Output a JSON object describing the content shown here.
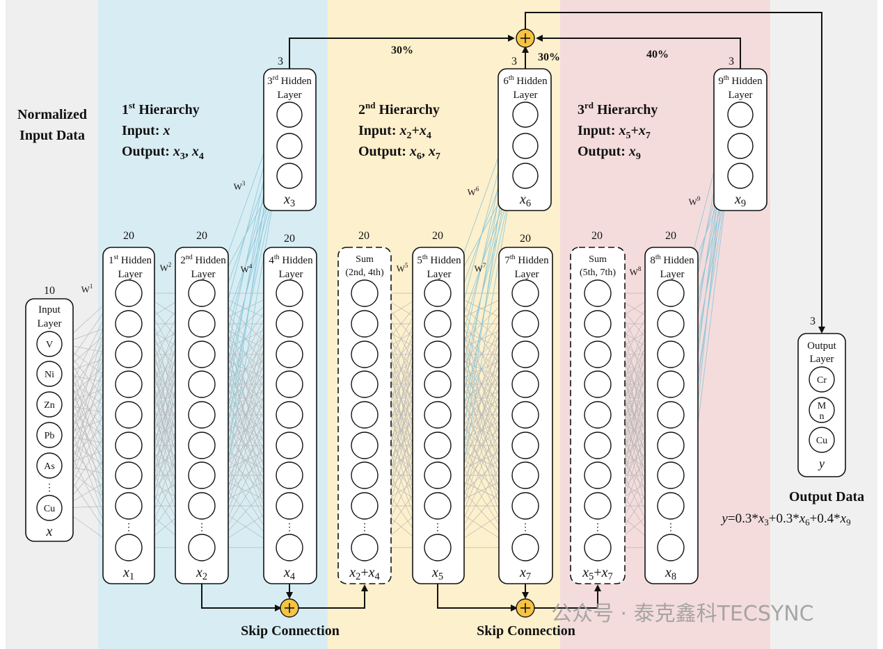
{
  "colors": {
    "input_panel": "#efefef",
    "hierarchy1": "#d8edf3",
    "hierarchy2": "#fdf0cc",
    "hierarchy3": "#f4dcdc",
    "output_panel": "#f0f0f0",
    "plus": "#f6c343",
    "blue_lines": "#86c6da",
    "gray_lines": "#b7b7b7"
  },
  "labels": {
    "normalized_1": "Normalized",
    "normalized_2": "Input Data",
    "output_data": "Output Data",
    "formula": "y=0.3*x3+0.3*x6+0.4*x9",
    "skip1": "Skip Connection",
    "skip2": "Skip Connection",
    "pct_left": "30%",
    "pct_mid": "30%",
    "pct_right": "40%",
    "watermark": "公众号 · 泰克鑫科TECSYNC"
  },
  "hierarchies": [
    {
      "title_num": "1",
      "title_sup": "st",
      "title_word": " Hierarchy",
      "input_label": "Input: ",
      "input_expr": "x",
      "output_label": "Output: ",
      "output_expr": "x3, x4"
    },
    {
      "title_num": "2",
      "title_sup": "nd",
      "title_word": " Hierarchy",
      "input_label": "Input: ",
      "input_expr": "x2+x4",
      "output_label": "Output: ",
      "output_expr": "x6, x7"
    },
    {
      "title_num": "3",
      "title_sup": "rd",
      "title_word": " Hierarchy",
      "input_label": "Input: ",
      "input_expr": "x5+x7",
      "output_label": "Output: ",
      "output_expr": "x9"
    }
  ],
  "layers": {
    "input": {
      "count": "10",
      "title1": "Input",
      "title2": "Layer",
      "var": "x",
      "nodes": [
        "V",
        "Ni",
        "Zn",
        "Pb",
        "As",
        "⋮",
        "Cu"
      ]
    },
    "h1": {
      "count": "20",
      "num": "1",
      "sup": "st",
      "title1": "Hidden",
      "title2": "Layer",
      "var": "x1"
    },
    "h2": {
      "count": "20",
      "num": "2",
      "sup": "nd",
      "title1": "Hidden",
      "title2": "Layer",
      "var": "x2"
    },
    "h3": {
      "count": "3",
      "num": "3",
      "sup": "rd",
      "title1": "Hidden",
      "title2": "Layer",
      "var": "x3"
    },
    "h4": {
      "count": "20",
      "num": "4",
      "sup": "th",
      "title1": "Hidden",
      "title2": "Layer",
      "var": "x4"
    },
    "sum1": {
      "count": "20",
      "title1": "Sum",
      "title2": "(2nd, 4th)",
      "var": "x2+x4"
    },
    "h5": {
      "count": "20",
      "num": "5",
      "sup": "th",
      "title1": "Hidden",
      "title2": "Layer",
      "var": "x5"
    },
    "h6": {
      "count": "3",
      "num": "6",
      "sup": "th",
      "title1": "Hidden",
      "title2": "Layer",
      "var": "x6"
    },
    "h7": {
      "count": "20",
      "num": "7",
      "sup": "th",
      "title1": "Hidden",
      "title2": "Layer",
      "var": "x7"
    },
    "sum2": {
      "count": "20",
      "title1": "Sum",
      "title2": "(5th, 7th)",
      "var": "x5+x7"
    },
    "h8": {
      "count": "20",
      "num": "8",
      "sup": "th",
      "title1": "Hidden",
      "title2": "Layer",
      "var": "x8"
    },
    "h9": {
      "count": "3",
      "num": "9",
      "sup": "th",
      "title1": "Hidden",
      "title2": "Layer",
      "var": "x9"
    },
    "output": {
      "count": "3",
      "title1": "Output",
      "title2": "Layer",
      "var": "y",
      "nodes": [
        "Cr",
        "M\nn",
        "Cu"
      ]
    }
  },
  "weights": [
    "W1",
    "W2",
    "W3",
    "W4",
    "W5",
    "W6",
    "W7",
    "W8",
    "W9"
  ]
}
